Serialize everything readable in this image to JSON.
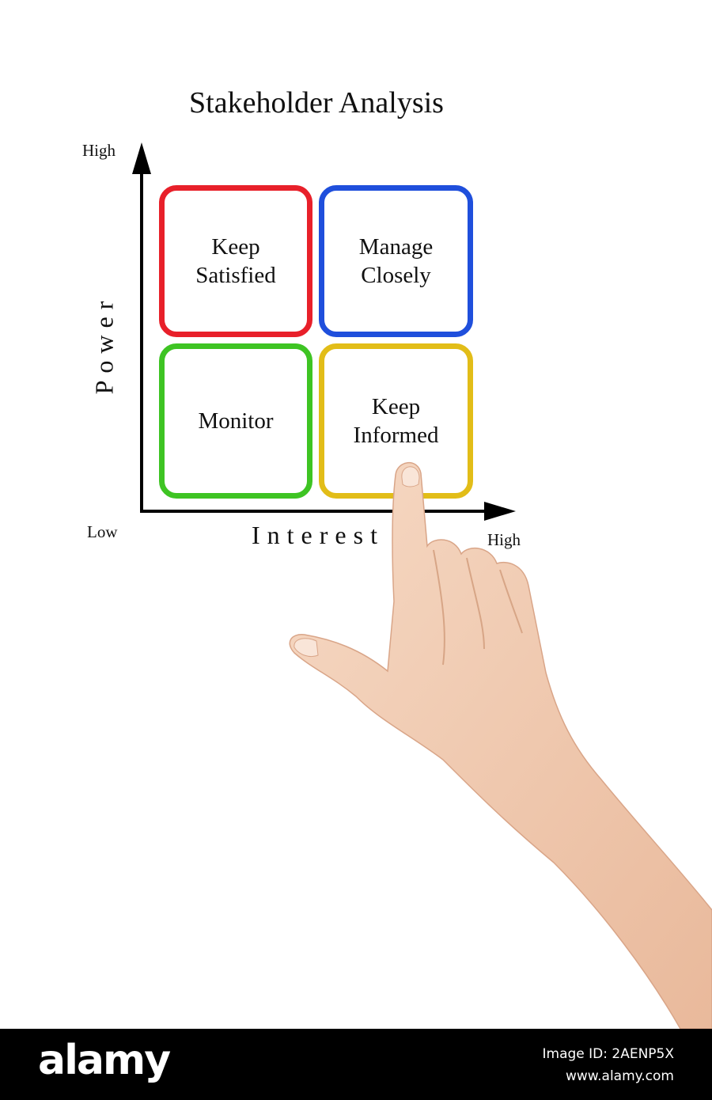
{
  "title": "Stakeholder Analysis",
  "axes": {
    "y_high": "High",
    "x_low": "Low",
    "x_high": "High",
    "y_title": "Power",
    "x_title": "Interest"
  },
  "quadrants": [
    {
      "label": "Keep\nSatisfied",
      "color": "#e8202a"
    },
    {
      "label": "Manage\nClosely",
      "color": "#1f4fdc"
    },
    {
      "label": "Monitor",
      "color": "#3ec423"
    },
    {
      "label": "Keep\nInformed",
      "color": "#e2bd18"
    }
  ],
  "footer": {
    "brand": "alamy",
    "image_id": "Image ID: 2AENP5X",
    "site": "www.alamy.com"
  }
}
